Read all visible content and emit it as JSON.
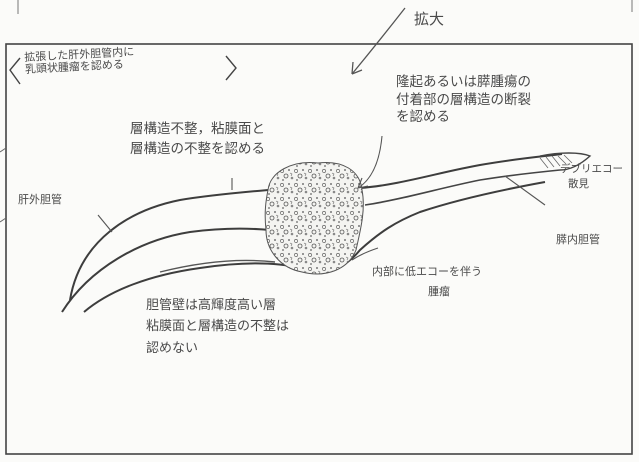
{
  "labels": {
    "enlarged": "拡大",
    "box_note": [
      "拡張した肝外胆管内に",
      "乳頭状腫瘤を認める"
    ],
    "layer_irregular": [
      "層構造不整，粘膜面と",
      "層構造の不整を認める"
    ],
    "pancreatic_rupture": [
      "隆起あるいは膵腫瘍の",
      "付着部の層構造の断裂",
      "を認める"
    ],
    "debris_echo": [
      "デブリエコー",
      "散見"
    ],
    "extrahepatic_duct": "肝外胆管",
    "intrahepatic_duct": "膵内胆管",
    "internal_echo": [
      "内部に低エコーを伴う",
      "腫瘤"
    ],
    "wall_note": [
      "胆管壁は高輝度高い層",
      "粘膜面と層構造の不整は",
      "認めない"
    ]
  },
  "colors": {
    "ink": "#3d3d3d",
    "pencil": "#5a5a5a",
    "paper": "#fbfbf9"
  },
  "icons": [
    "arrow-icon",
    "mass-illustration"
  ]
}
